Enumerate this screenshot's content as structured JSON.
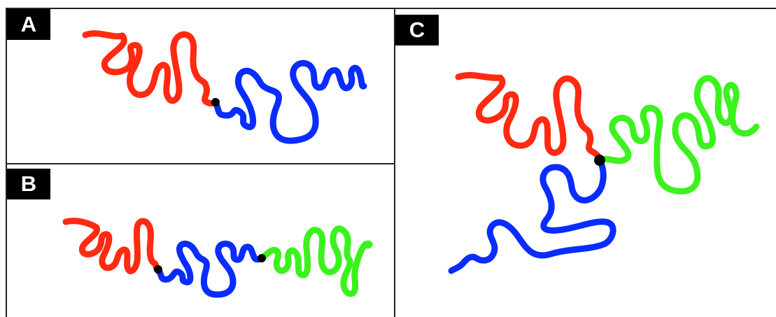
{
  "panels": [
    {
      "label": "A"
    },
    {
      "label": "B"
    },
    {
      "label": "C"
    }
  ],
  "colors": {
    "chain_red": "#ff2a12",
    "chain_blue": "#0a2cff",
    "chain_green": "#3cf21e",
    "junction": "#000000",
    "label_bg": "#000000",
    "label_text": "#ffffff"
  }
}
